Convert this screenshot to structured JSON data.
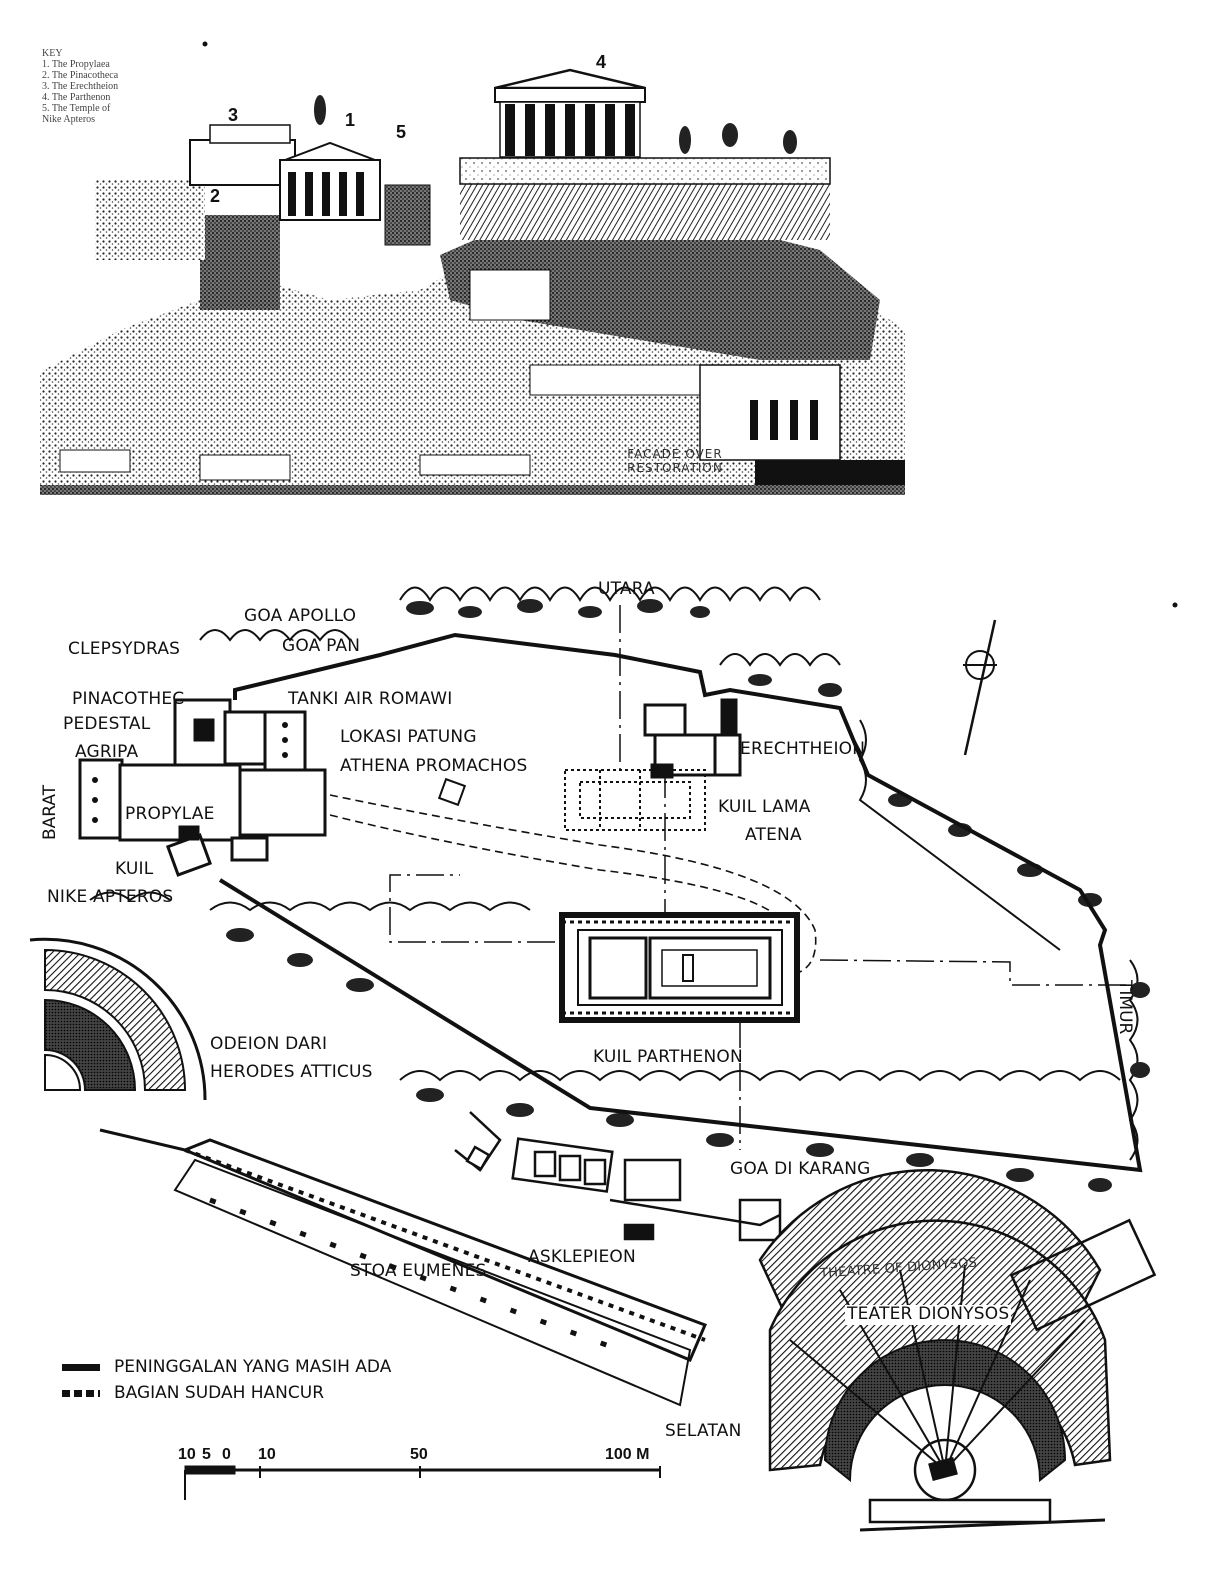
{
  "illustration": {
    "key_lines": [
      "KEY",
      "1. The Propylaea",
      "2. The Pinacotheca",
      "3. The Erechtheion",
      "4. The Parthenon",
      "5. The Temple of",
      "Nike Apteros"
    ],
    "numbers": [
      "1",
      "2",
      "3",
      "4",
      "5"
    ],
    "caption": "FACADE OVER RESTORATION"
  },
  "plan": {
    "directions": {
      "north": "UTARA",
      "south": "SELATAN",
      "east": "TIMUR",
      "west": "BARAT"
    },
    "labels": {
      "goa_apollo": "GOA APOLLO",
      "goa_pan": "GOA PAN",
      "clepsydras": "CLEPSYDRAS",
      "pinacothec": "PINACOTHEC",
      "pedestal": "PEDESTAL",
      "agripa": "AGRIPA",
      "tanki_air": "TANKI AIR ROMAWI",
      "lokasi_1": "LOKASI PATUNG",
      "lokasi_2": "ATHENA PROMACHOS",
      "erechtheion": "ERECHTHEION",
      "propylae": "PROPYLAE",
      "kuil_lama_1": "KUIL LAMA",
      "kuil_lama_2": "ATENA",
      "kuil_nike_1": "KUIL",
      "kuil_nike_2": "NIKE APTEROS",
      "odeion_1": "ODEION DARI",
      "odeion_2": "HERODES ATTICUS",
      "parthenon": "KUIL PARTHENON",
      "goa_karang": "GOA DI KARANG",
      "asklepieon": "ASKLEPIEON",
      "stoa": "STOA EUMENES",
      "teater": "TEATER DIONYSOS",
      "theatre_caption": "THEATRE OF DIONYSOS"
    },
    "legend": [
      {
        "label": "PENINGGALAN YANG MASIH ADA",
        "style": "solid"
      },
      {
        "label": "BAGIAN SUDAH HANCUR",
        "style": "dashed"
      }
    ],
    "scale": {
      "ticks": [
        "10",
        "5",
        "0",
        "10",
        "50",
        "100 M"
      ]
    }
  }
}
